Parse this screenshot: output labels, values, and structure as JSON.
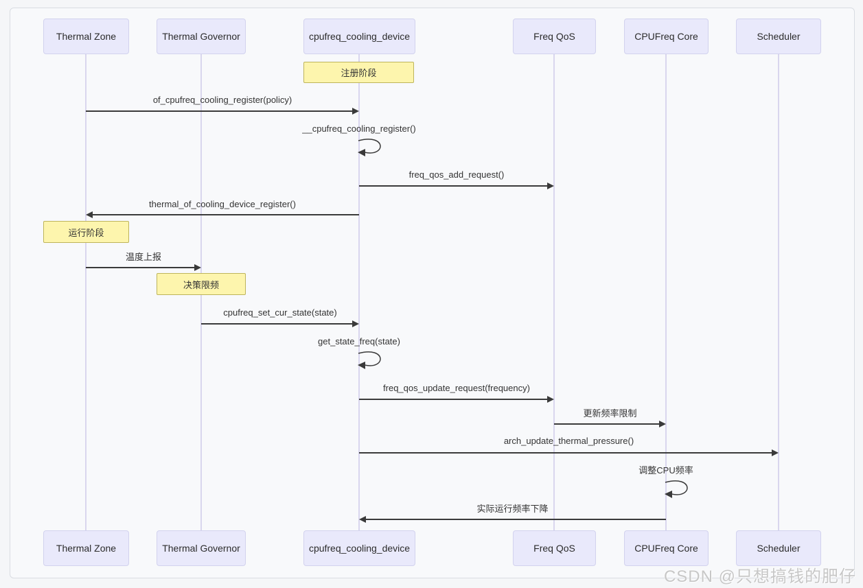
{
  "diagram": {
    "type": "sequence",
    "participants": [
      {
        "label": "Thermal Zone"
      },
      {
        "label": "Thermal Governor"
      },
      {
        "label": "cpufreq_cooling_device"
      },
      {
        "label": "Freq QoS"
      },
      {
        "label": "CPUFreq Core"
      },
      {
        "label": "Scheduler"
      }
    ],
    "notes": [
      {
        "label": "注册阶段",
        "over": "cpufreq_cooling_device"
      },
      {
        "label": "运行阶段",
        "over": "Thermal Zone"
      },
      {
        "label": "决策限频",
        "over": "Thermal Governor"
      }
    ],
    "messages": [
      {
        "label": "of_cpufreq_cooling_register(policy)",
        "from": "Thermal Zone",
        "to": "cpufreq_cooling_device",
        "self": false
      },
      {
        "label": "__cpufreq_cooling_register()",
        "from": "cpufreq_cooling_device",
        "to": "cpufreq_cooling_device",
        "self": true
      },
      {
        "label": "freq_qos_add_request()",
        "from": "cpufreq_cooling_device",
        "to": "Freq QoS",
        "self": false
      },
      {
        "label": "thermal_of_cooling_device_register()",
        "from": "cpufreq_cooling_device",
        "to": "Thermal Zone",
        "self": false
      },
      {
        "label": "温度上报",
        "from": "Thermal Zone",
        "to": "Thermal Governor",
        "self": false
      },
      {
        "label": "cpufreq_set_cur_state(state)",
        "from": "Thermal Governor",
        "to": "cpufreq_cooling_device",
        "self": false
      },
      {
        "label": "get_state_freq(state)",
        "from": "cpufreq_cooling_device",
        "to": "cpufreq_cooling_device",
        "self": true
      },
      {
        "label": "freq_qos_update_request(frequency)",
        "from": "cpufreq_cooling_device",
        "to": "Freq QoS",
        "self": false
      },
      {
        "label": "更新频率限制",
        "from": "Freq QoS",
        "to": "CPUFreq Core",
        "self": false
      },
      {
        "label": "arch_update_thermal_pressure()",
        "from": "cpufreq_cooling_device",
        "to": "Scheduler",
        "self": false
      },
      {
        "label": "调整CPU频率",
        "from": "CPUFreq Core",
        "to": "CPUFreq Core",
        "self": true
      },
      {
        "label": "实际运行频率下降",
        "from": "CPUFreq Core",
        "to": "cpufreq_cooling_device",
        "self": false
      }
    ],
    "colors": {
      "actor_fill": "#e9e9fb",
      "actor_border": "#d2d2ee",
      "note_fill": "#fdf5ad",
      "note_border": "#bdb45a",
      "message_line": "#3a3a3a",
      "lifeline": "#d9d6ee",
      "background": "#f8f9fb",
      "frame_border": "#d9dce2"
    }
  },
  "watermark": {
    "text": "CSDN @只想搞钱的肥仔"
  }
}
